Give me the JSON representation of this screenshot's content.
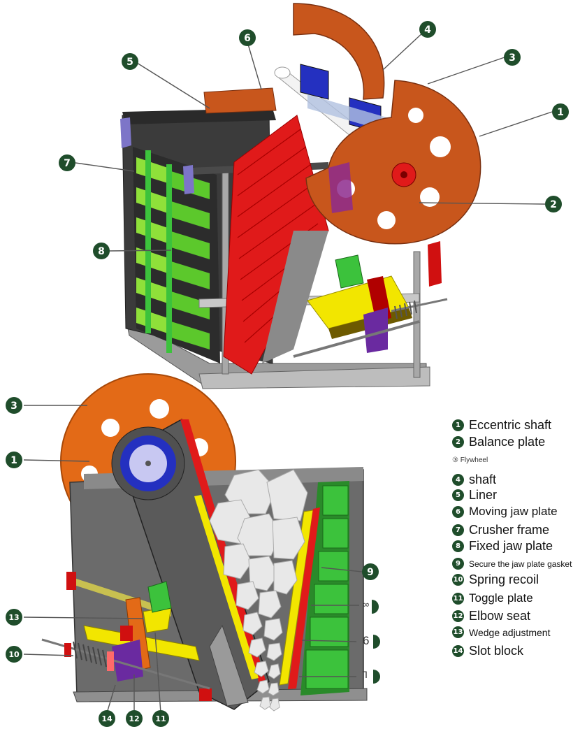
{
  "top_callouts": [
    "1",
    "2",
    "3",
    "4",
    "5",
    "6",
    "7",
    "8"
  ],
  "bottom_callouts": [
    "3",
    "1",
    "13",
    "10",
    "9",
    "14",
    "12",
    "11"
  ],
  "side_marks": {
    "eight": "∞",
    "six": "6",
    "seven": "ᒣ"
  },
  "legend": [
    {
      "num": "1",
      "text": "Eccentric shaft"
    },
    {
      "num": "2",
      "text": "Balance plate"
    },
    {
      "num": "",
      "text": "③ Flywheel"
    },
    {
      "num": "4",
      "text": "shaft"
    },
    {
      "num": "5",
      "text": "Liner"
    },
    {
      "num": "6",
      "text": "Moving jaw plate"
    },
    {
      "num": "7",
      "text": "Crusher frame"
    },
    {
      "num": "8",
      "text": "Fixed jaw plate"
    },
    {
      "num": "9",
      "text": "Secure the jaw plate gasket"
    },
    {
      "num": "10",
      "text": "Spring recoil"
    },
    {
      "num": "11",
      "text": "Toggle plate"
    },
    {
      "num": "12",
      "text": "Elbow seat"
    },
    {
      "num": "13",
      "text": "Wedge adjustment"
    },
    {
      "num": "14",
      "text": "Slot block"
    }
  ],
  "colors": {
    "flywheel": "#c8561c",
    "moving_jaw": "#e01a1a",
    "frame_green": "#3cc23c",
    "frame_grey": "#6d6d6d",
    "yellow": "#f2e600",
    "shaft": "#f3f3f3",
    "eccentric": "#2430c0",
    "callout": "#1f4d2b"
  }
}
